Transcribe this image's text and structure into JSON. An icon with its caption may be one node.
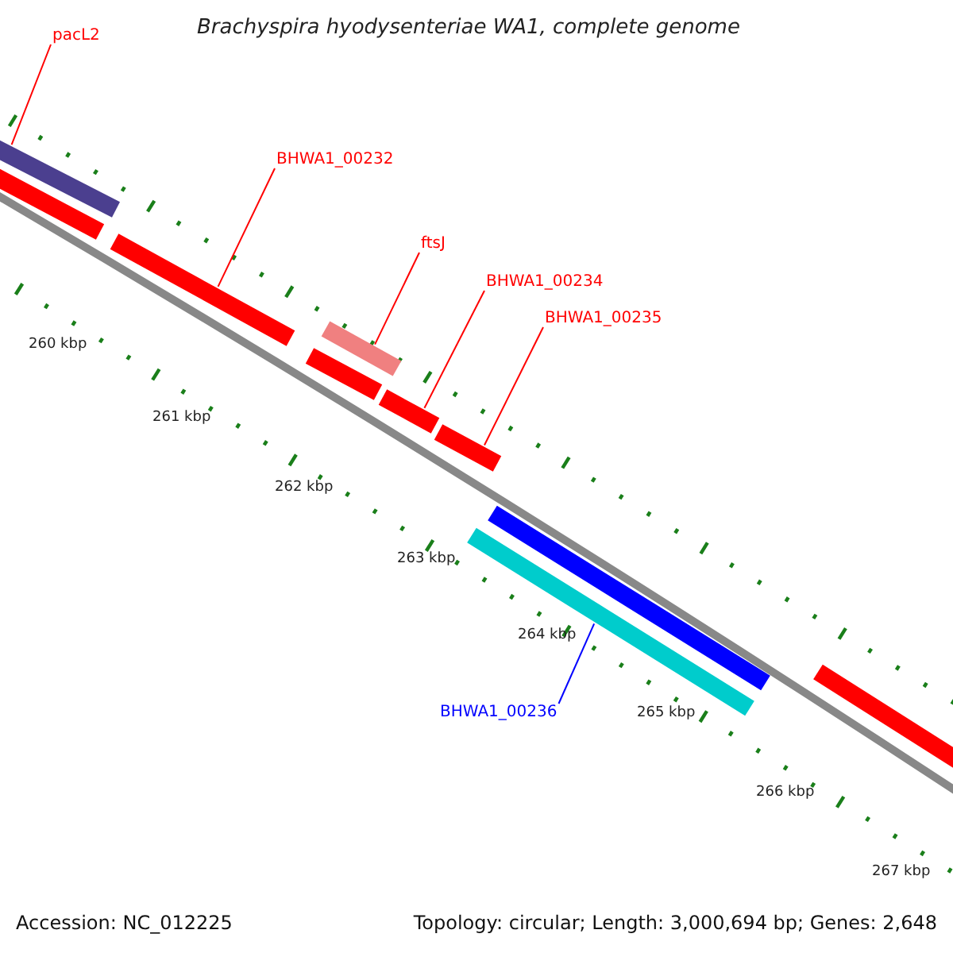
{
  "diagram": {
    "title": "Brachyspira hyodysenteriae WA1, complete genome",
    "nodes": [
      {
        "text": [
          "pacL2"
        ]
      },
      {
        "text": [],
        "shape": "bar"
      },
      {
        "text": [],
        "shape": "bar"
      },
      {
        "text": [
          "BHWA1_00232"
        ]
      },
      {
        "text": [],
        "shape": "bar"
      },
      {
        "text": [
          "ftsJ"
        ]
      },
      {
        "text": [],
        "shape": "bar"
      },
      {
        "text": [],
        "shape": "bar"
      },
      {
        "text": [
          "BHWA1_00234"
        ]
      },
      {
        "text": [],
        "shape": "bar"
      },
      {
        "text": [
          "BHWA1_00235"
        ]
      },
      {
        "text": [],
        "shape": "bar"
      },
      {
        "text": [],
        "shape": "bar"
      },
      {
        "text": [],
        "shape": "bar"
      },
      {
        "text": [
          "BHWA1_00236"
        ]
      },
      {
        "text": [],
        "shape": "bar"
      }
    ],
    "edges": [
      {
        "from": 0,
        "to": 1,
        "arrow": "none"
      },
      {
        "from": 3,
        "to": 4,
        "arrow": "none"
      },
      {
        "from": 5,
        "to": 6,
        "arrow": "none"
      },
      {
        "from": 8,
        "to": 9,
        "arrow": "none"
      },
      {
        "from": 10,
        "to": 11,
        "arrow": "none"
      },
      {
        "from": 14,
        "to": 13,
        "arrow": "none",
        "color": "#0000ff"
      }
    ],
    "labels": [
      "260 kbp",
      "261 kbp",
      "262 kbp",
      "263 kbp",
      "264 kbp",
      "265 kbp",
      "266 kbp",
      "267 kbp",
      "Accession: NC_012225",
      "Topology: circular; Length: 3,000,694 bp; Genes: 2,648"
    ]
  }
}
